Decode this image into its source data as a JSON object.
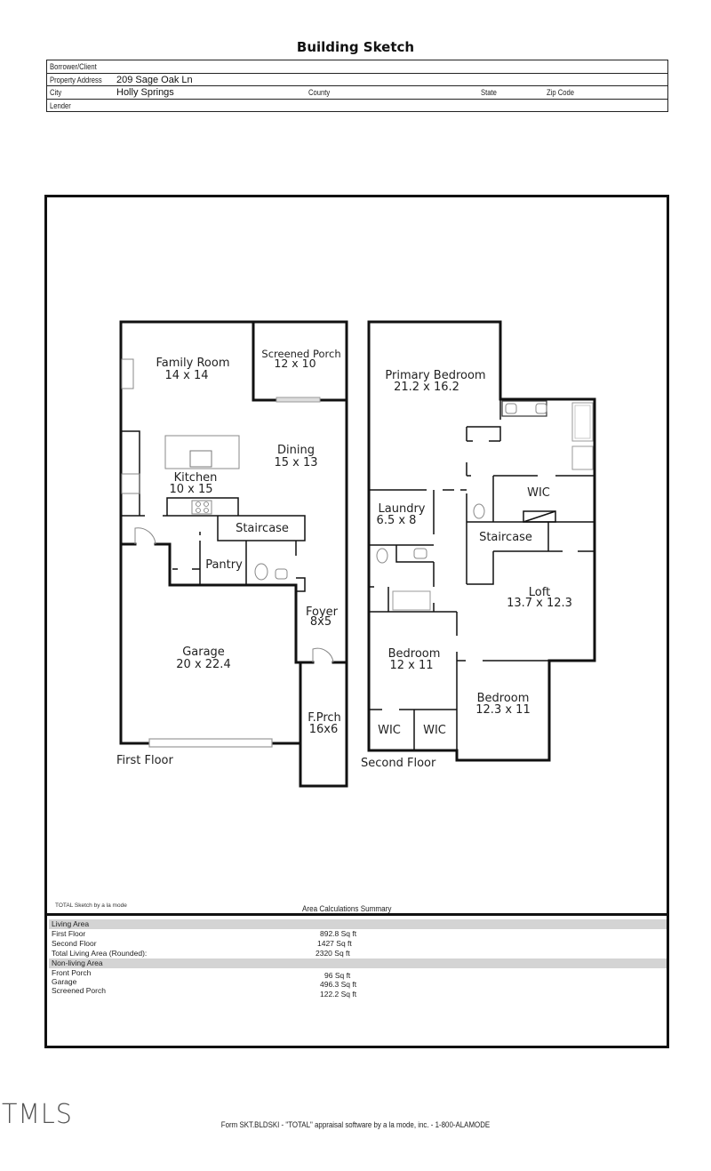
{
  "document": {
    "title": "Building Sketch"
  },
  "header": {
    "borrower_label": "Borrower/Client",
    "borrower_value": "",
    "address_label": "Property Address",
    "address_value": "209 Sage Oak Ln",
    "city_label": "City",
    "city_value": "Holly Springs",
    "county_label": "County",
    "state_label": "State",
    "zip_label": "Zip Code",
    "lender_label": "Lender"
  },
  "floor_plan": {
    "first_floor": {
      "label": "First Floor",
      "rooms": [
        {
          "name": "Family Room",
          "dims": "14 x 14"
        },
        {
          "name": "Screened Porch",
          "dims": "12 x 10"
        },
        {
          "name": "Dining",
          "dims": "15 x 13"
        },
        {
          "name": "Kitchen",
          "dims": "10 x 15"
        },
        {
          "name": "Staircase",
          "dims": ""
        },
        {
          "name": "Pantry",
          "dims": ""
        },
        {
          "name": "Foyer",
          "dims": "8x5"
        },
        {
          "name": "Garage",
          "dims": "20 x 22.4"
        },
        {
          "name": "F.Prch",
          "dims": "16x6"
        }
      ]
    },
    "second_floor": {
      "label": "Second Floor",
      "rooms": [
        {
          "name": "Primary Bedroom",
          "dims": "21.2 x 16.2"
        },
        {
          "name": "WIC",
          "dims": ""
        },
        {
          "name": "Laundry",
          "dims": "6.5 x 8"
        },
        {
          "name": "Staircase",
          "dims": ""
        },
        {
          "name": "Loft",
          "dims": "13.7 x 12.3"
        },
        {
          "name": "Bedroom",
          "dims": "12 x 11"
        },
        {
          "name": "Bedroom",
          "dims": "12.3 x 11"
        },
        {
          "name": "WIC",
          "dims": ""
        },
        {
          "name": "WIC",
          "dims": ""
        }
      ]
    }
  },
  "sketch_credit": "TOTAL Sketch by a la mode",
  "area_summary": {
    "title": "Area Calculations Summary",
    "living_header": "Living Area",
    "living": [
      {
        "label": "First Floor",
        "value": "892.8 Sq ft"
      },
      {
        "label": "Second Floor",
        "value": "1427 Sq ft"
      },
      {
        "label": "Total Living Area (Rounded):",
        "value": "2320 Sq ft"
      }
    ],
    "nonliving_header": "Non-living Area",
    "nonliving": [
      {
        "label": "Front Porch",
        "value": "96 Sq ft"
      },
      {
        "label": "Garage",
        "value": "496.3 Sq ft"
      },
      {
        "label": "Screened Porch",
        "value": "122.2 Sq ft"
      }
    ]
  },
  "footer": {
    "logo": "TMLS",
    "form_text": "Form SKT.BLDSKI - \"TOTAL\" appraisal software by a la mode, inc. - 1-800-ALAMODE"
  }
}
